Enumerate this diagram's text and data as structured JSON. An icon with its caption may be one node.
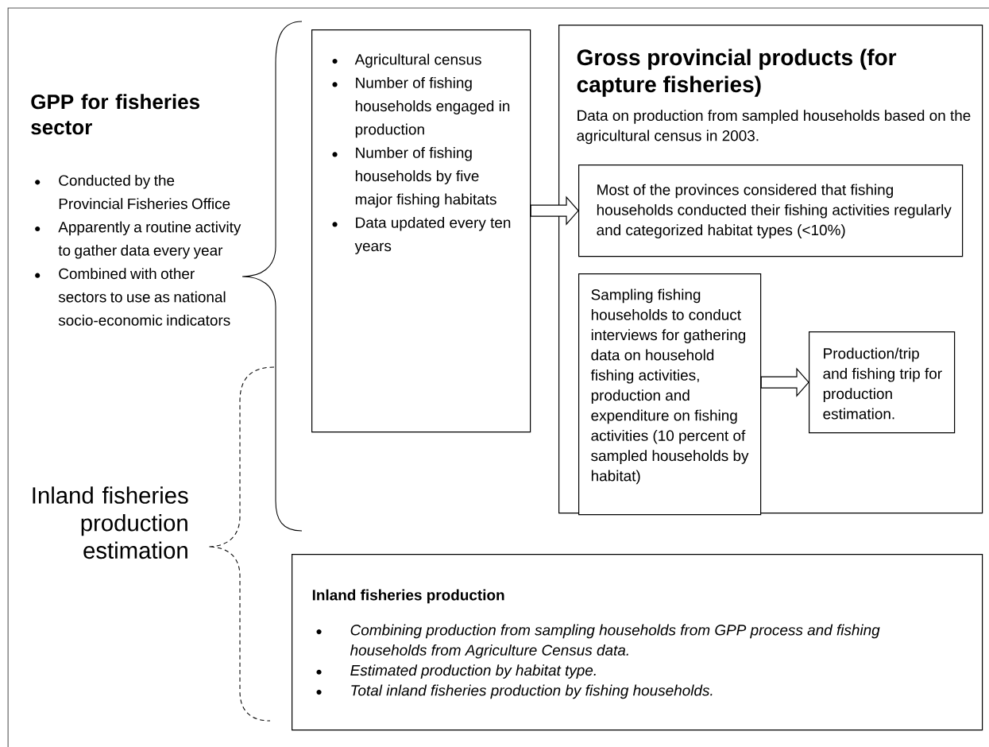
{
  "diagram": {
    "nodes": [
      {
        "text": [
          "Agricultural census",
          "Number of fishing households engaged in production",
          "Number of fishing households by five major fishing habitats",
          "Data updated every ten years"
        ]
      },
      {
        "text": [
          "Gross provincial products (for capture fisheries)",
          "Data on production from sampled households based on the agricultural census in 2003."
        ]
      },
      {
        "text": [
          "Most of the provinces considered that fishing households conducted their fishing activities regularly and categorized habitat types (<10%)"
        ],
        "in": 1
      },
      {
        "text": [
          "Sampling fishing households to conduct interviews for gathering data on household fishing activities, production and expenditure on fishing activities (10 percent of sampled households by habitat)"
        ],
        "in": 1
      },
      {
        "text": [
          "Production/trip and fishing trip for production estimation."
        ],
        "in": 1
      },
      {
        "text": [
          "Inland fisheries production",
          "Combining production from sampling households from GPP process and fishing households from Agriculture Census data.",
          "Estimated production by habitat type.",
          "Total inland fisheries production by fishing households."
        ]
      }
    ],
    "edges": [
      {
        "from": 0,
        "to": 2,
        "arrow": "to"
      },
      {
        "from": 3,
        "to": 4,
        "arrow": "to"
      }
    ],
    "labels": [
      "GPP for fisheries sector",
      "Conducted by the Provincial Fisheries Office",
      "Apparently a routine activity to gather data every year",
      "Combined with other sectors to use as national socio-economic indicators",
      "Inland fisheries production estimation"
    ]
  }
}
